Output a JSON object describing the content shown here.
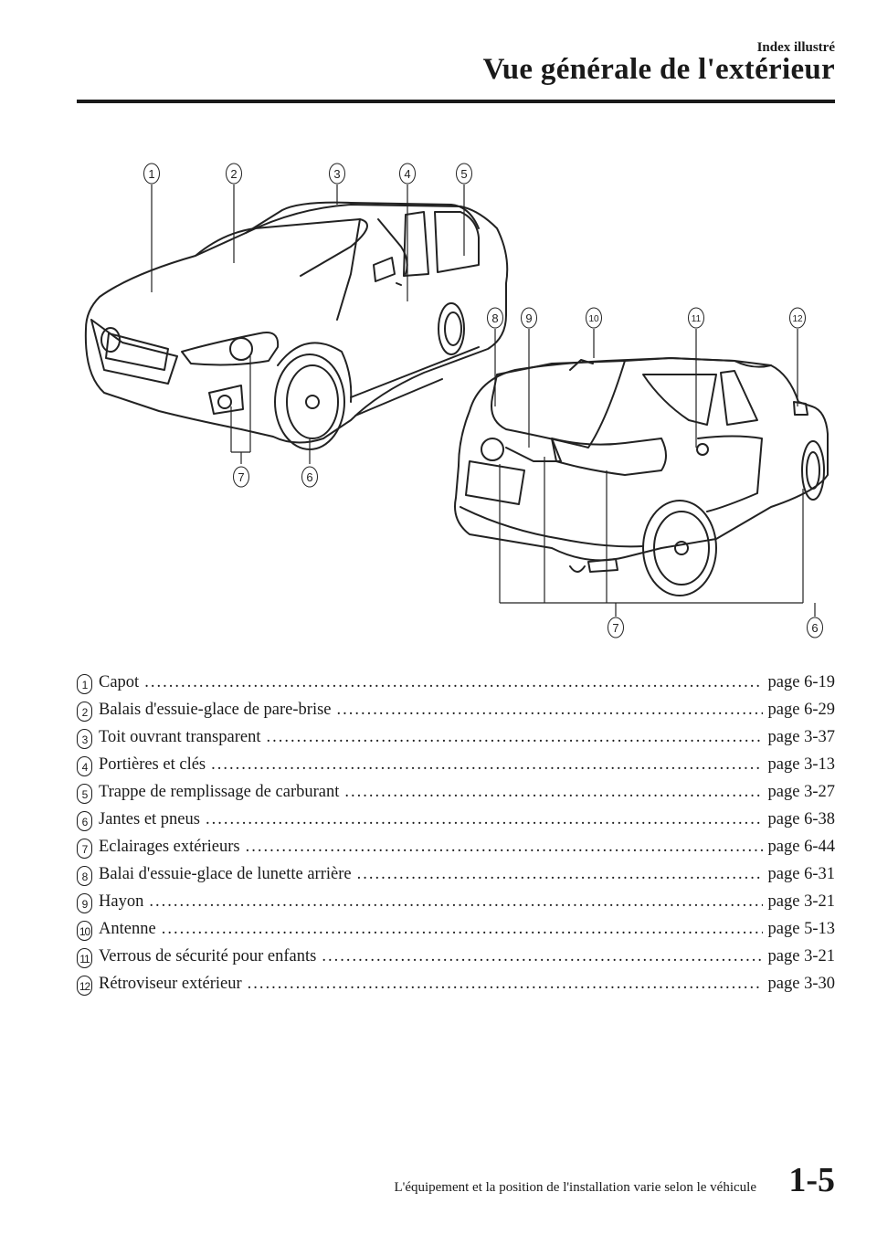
{
  "header": {
    "section": "Index illustré",
    "title": "Vue générale de l'extérieur"
  },
  "illustration": {
    "front_callouts": [
      "1",
      "2",
      "3",
      "4",
      "5",
      "7",
      "6"
    ],
    "rear_callouts": [
      "8",
      "9",
      "10",
      "11",
      "12",
      "7",
      "6"
    ]
  },
  "toc": [
    {
      "num": "1",
      "label": "Capot",
      "page": "page 6-19"
    },
    {
      "num": "2",
      "label": "Balais d'essuie-glace de pare-brise",
      "page": "page 6-29"
    },
    {
      "num": "3",
      "label": "Toit ouvrant transparent",
      "page": "page 3-37"
    },
    {
      "num": "4",
      "label": "Portières et clés",
      "page": "page 3-13"
    },
    {
      "num": "5",
      "label": "Trappe de remplissage de carburant",
      "page": "page 3-27"
    },
    {
      "num": "6",
      "label": "Jantes et pneus",
      "page": "page 6-38"
    },
    {
      "num": "7",
      "label": "Eclairages extérieurs",
      "page": "page 6-44"
    },
    {
      "num": "8",
      "label": "Balai d'essuie-glace de lunette arrière",
      "page": "page 6-31"
    },
    {
      "num": "9",
      "label": "Hayon",
      "page": "page 3-21"
    },
    {
      "num": "10",
      "label": "Antenne",
      "page": "page 5-13"
    },
    {
      "num": "11",
      "label": "Verrous de sécurité pour enfants",
      "page": "page 3-21"
    },
    {
      "num": "12",
      "label": "Rétroviseur extérieur",
      "page": "page 3-30"
    }
  ],
  "footer": {
    "note": "L'équipement et la position de l'installation varie selon le véhicule",
    "page_number": "1-5"
  }
}
